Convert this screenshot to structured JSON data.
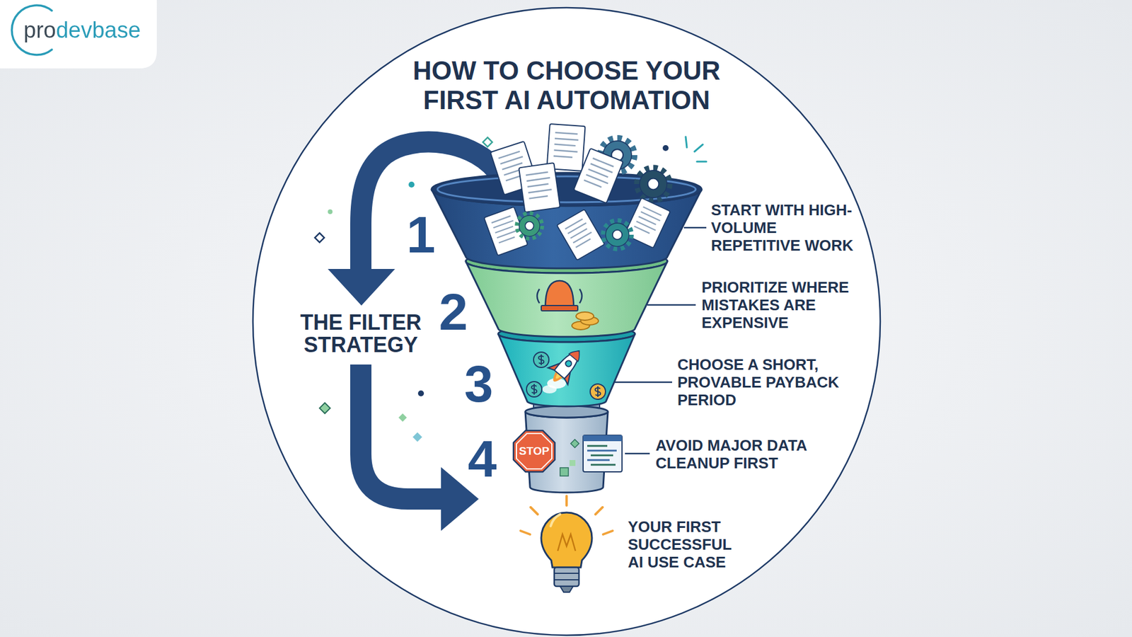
{
  "diagram": {
    "title": "HOW TO CHOOSE YOUR FIRST AI AUTOMATION",
    "nodes": [
      {
        "text": [
          "STOP"
        ]
      }
    ],
    "labels": [
      "prodevbase",
      "1",
      "START WITH HIGH-VOLUME REPETITIVE WORK",
      "2",
      "PRIORITIZE WHERE MISTAKES ARE EXPENSIVE",
      "THE FILTER STRATEGY",
      "3",
      "CHOOSE A SHORT, PROVABLE PAYBACK PERIOD",
      "4",
      "AVOID MAJOR DATA CLEANUP FIRST",
      "YOUR FIRST SUCCESSFUL AI USE CASE"
    ]
  }
}
